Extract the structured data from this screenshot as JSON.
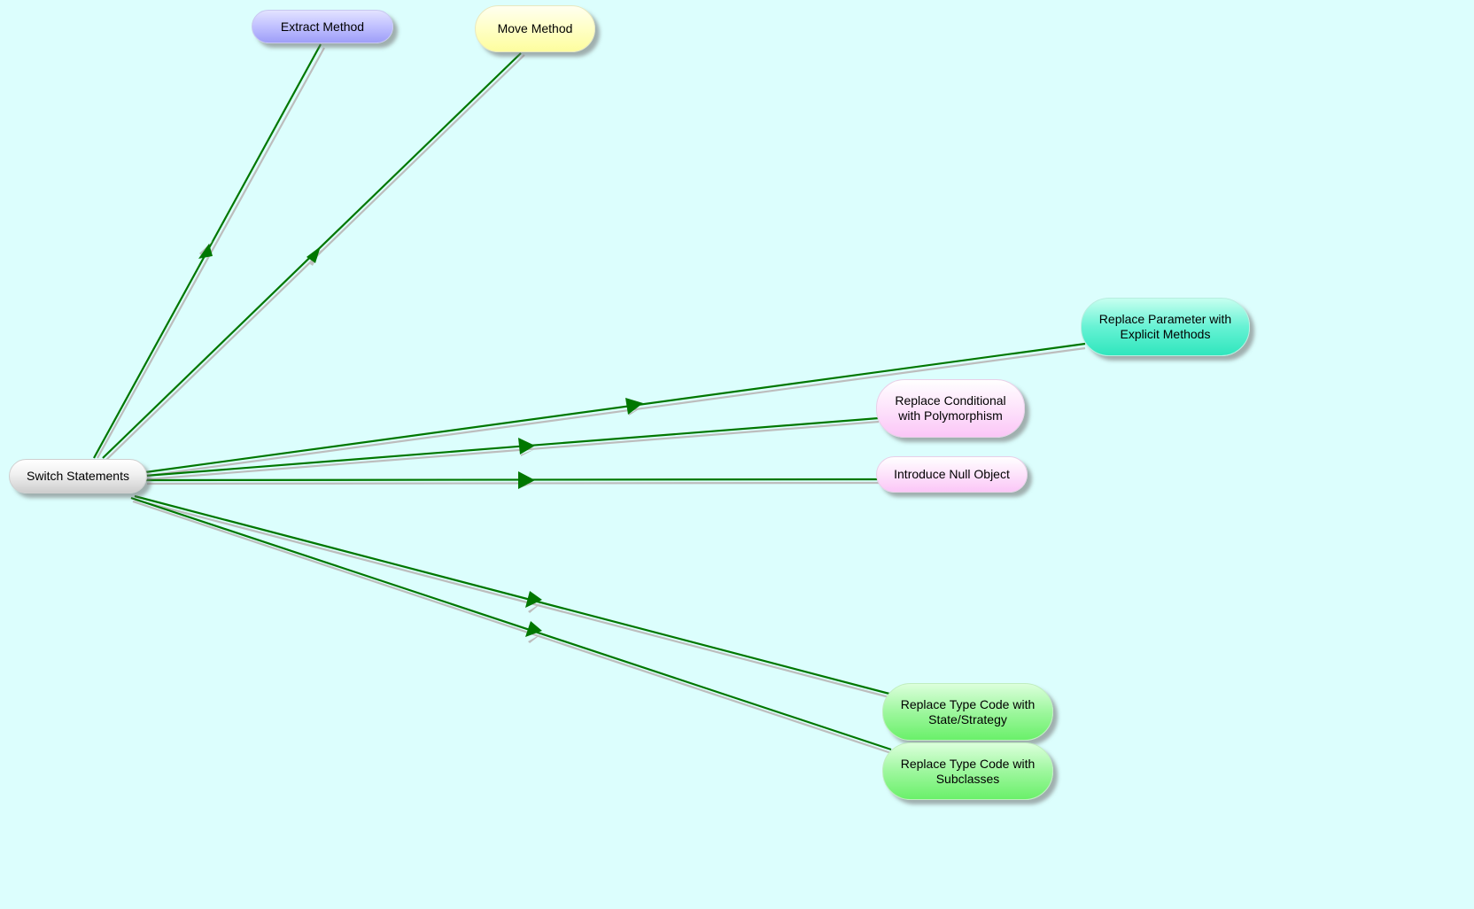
{
  "diagram": {
    "nodes": {
      "switch_statements": "Switch Statements",
      "extract_method": "Extract Method",
      "move_method": "Move Method",
      "replace_parameter_explicit_line1": "Replace Parameter with",
      "replace_parameter_explicit_line2": "Explicit Methods",
      "replace_conditional_line1": "Replace Conditional",
      "replace_conditional_line2": "with Polymorphism",
      "introduce_null_object": "Introduce Null Object",
      "replace_type_code_state_line1": "Replace Type Code with",
      "replace_type_code_state_line2": "State/Strategy",
      "replace_type_code_sub_line1": "Replace Type Code with",
      "replace_type_code_sub_line2": "Subclasses"
    },
    "edges": [
      {
        "from": "Switch Statements",
        "to": "Extract Method"
      },
      {
        "from": "Switch Statements",
        "to": "Move Method"
      },
      {
        "from": "Switch Statements",
        "to": "Replace Parameter with Explicit Methods"
      },
      {
        "from": "Switch Statements",
        "to": "Replace Conditional with Polymorphism"
      },
      {
        "from": "Switch Statements",
        "to": "Introduce Null Object"
      },
      {
        "from": "Switch Statements",
        "to": "Replace Type Code with State/Strategy"
      },
      {
        "from": "Switch Statements",
        "to": "Replace Type Code with Subclasses"
      }
    ],
    "colors": {
      "background": "#dcfefd",
      "edge": "#007700",
      "edge_shadow": "#bdbdbd"
    }
  }
}
